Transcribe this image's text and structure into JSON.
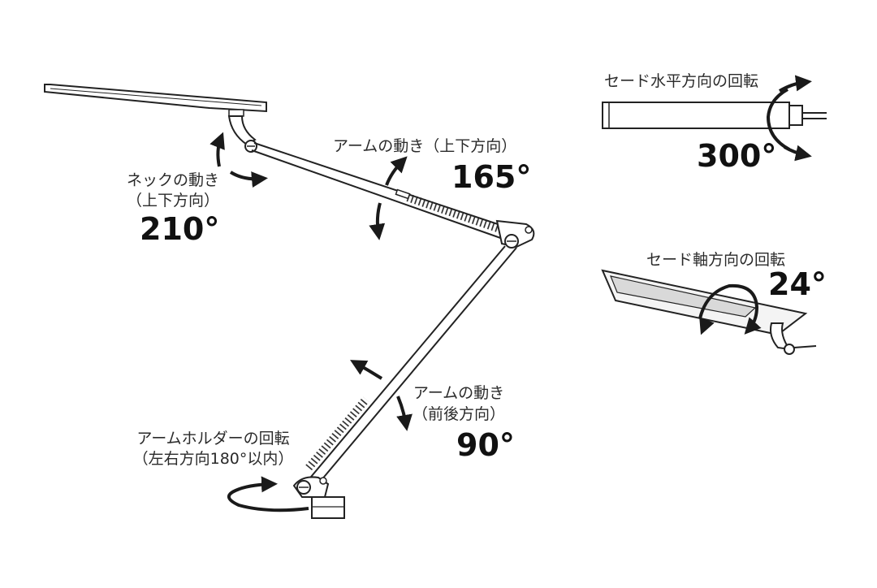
{
  "colors": {
    "line": "#222222",
    "arrow": "#1a1a1a",
    "fill_light": "#f4f4f4",
    "panel": "#d9d9d9"
  },
  "labels": {
    "neck_title": "ネックの動き",
    "neck_sub": "（上下方向）",
    "neck_angle": "210°",
    "arm_updown_title": "アームの動き（上下方向）",
    "arm_updown_angle": "165°",
    "arm_frontback_title": "アームの動き",
    "arm_frontback_sub": "（前後方向）",
    "arm_frontback_angle": "90°",
    "holder_title": "アームホルダーの回転",
    "holder_sub": "（左右方向180°以内）",
    "shade_horizontal_title": "セード水平方向の回転",
    "shade_horizontal_angle": "300°",
    "shade_axial_title": "セード軸方向の回転",
    "shade_axial_angle": "24°"
  }
}
